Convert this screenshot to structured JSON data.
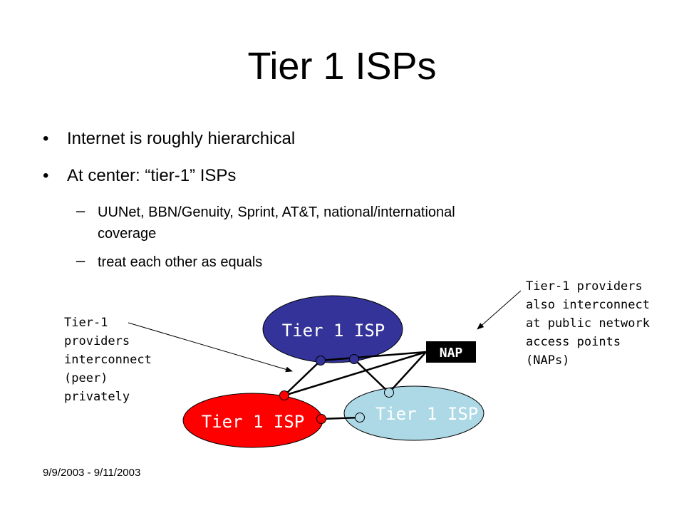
{
  "slide": {
    "title": "Tier 1 ISPs",
    "bullets": [
      {
        "text": "Internet is roughly hierarchical"
      },
      {
        "text": "At center: “tier-1” ISPs"
      }
    ],
    "sub_bullets": [
      {
        "line1": " UUNet, BBN/Genuity, Sprint, AT&T, national/international",
        "line2": "coverage"
      },
      {
        "line1": "treat each other as equals"
      }
    ],
    "bullet_mark": "•",
    "dash_mark": "–"
  },
  "diagram": {
    "nodes": [
      {
        "label": "Tier 1 ISP",
        "fill": "#333399"
      },
      {
        "label": "Tier 1 ISP",
        "fill": "#ff0000"
      },
      {
        "label": "Tier 1 ISP",
        "fill": "#add8e6"
      }
    ],
    "nap_label": "NAP",
    "left_callout": [
      "Tier-1",
      "providers",
      "interconnect",
      "(peer)",
      "privately"
    ],
    "right_callout": [
      "Tier-1 providers",
      "also interconnect",
      "at public network",
      "access points",
      "(NAPs)"
    ]
  },
  "footer": {
    "date": "9/9/2003 - 9/11/2003"
  }
}
